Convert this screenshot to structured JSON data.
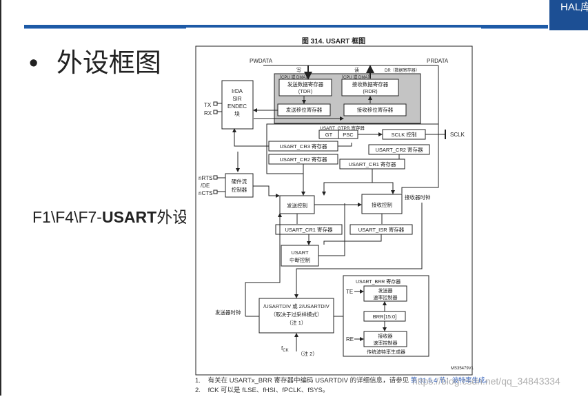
{
  "slide": {
    "brand_text": "HAL库 视频教",
    "heading": "外设框图",
    "bullet": "•",
    "side_label_prefix": "F1\\F4\\F7-",
    "side_label_bold": "USART",
    "side_label_suffix": "外设"
  },
  "figure": {
    "title": "图 314. USART 框图",
    "pwdata": "PWDATA",
    "prdata": "PRDATA",
    "write": "写",
    "read": "读",
    "dr_label": "DR（数据寄存器）",
    "cpu_dma_1": "（CPU 或 DMA）",
    "cpu_dma_2": "（CPU 或 DMA）",
    "tdr_line1": "发送数据寄存器",
    "tdr_line2": "(TDR)",
    "rdr_line1": "接收数据寄存器",
    "rdr_line2": "(RDR)",
    "tx_shift": "发送移位寄存器",
    "rx_shift": "接收移位寄存器",
    "irda_1": "IrDA",
    "irda_2": "SIR",
    "irda_3": "ENDEC",
    "irda_4": "块",
    "tx": "TX",
    "rx": "RX",
    "gtpr": "USART_GTPR 寄存器",
    "gt": "GT",
    "psc": "PSC",
    "sclk_ctrl": "SCLK 控制",
    "sclk": "SCLK",
    "cr3": "USART_CR3 寄存器",
    "cr2_a": "USART_CR2 寄存器",
    "cr2_b": "USART_CR2 寄存器",
    "cr1_a": "USART_CR1 寄存器",
    "cr1_b": "USART_CR1 寄存器",
    "isr": "USART_ISR 寄存器",
    "nrts": "nRTS",
    "de": "/DE",
    "ncts": "nCTS",
    "hwflow_1": "硬件流",
    "hwflow_2": "控制器",
    "tx_ctrl": "发送控制",
    "rx_ctrl": "接收控制",
    "rx_clock": "接收器时钟",
    "irq_1": "USART",
    "irq_2": "中断控制",
    "tx_clock": "发送器时钟",
    "div_1": "/USARTDIV 或 2/USARTDIV",
    "div_2": "（取决于过采样模式）",
    "div_3": "（注 1）",
    "fck": "f",
    "fck_sub": "CK",
    "note2": "（注 2）",
    "brr_title": "USART_BRR 寄存器",
    "te": "TE",
    "re": "RE",
    "tx_rate_1": "发送器",
    "tx_rate_2": "速率控制器",
    "rx_rate_1": "接收器",
    "rx_rate_2": "速率控制器",
    "brr_bits": "BRR[15:0]",
    "baud_gen": "传统波特率生成器",
    "ref_code": "MS35479V1"
  },
  "footnotes": {
    "n1_num": "1.",
    "n1_text": "有关在 USARTx_BRR 寄存器中编码 USARTDIV 的详细信息，请参见",
    "n1_link": "第 31.5.4 节：波特率生成。",
    "n2_num": "2.",
    "n2_text": "f",
    "n2_rest": "CK 可以是 fLSE、fHSI、fPCLK、fSYS。"
  },
  "watermark": "https://blog.csdn.net/qq_34843334",
  "colors": {
    "accent": "#1d5aa6",
    "brand_bg": "#1c4f94",
    "gray_block": "#c4c4c4"
  }
}
